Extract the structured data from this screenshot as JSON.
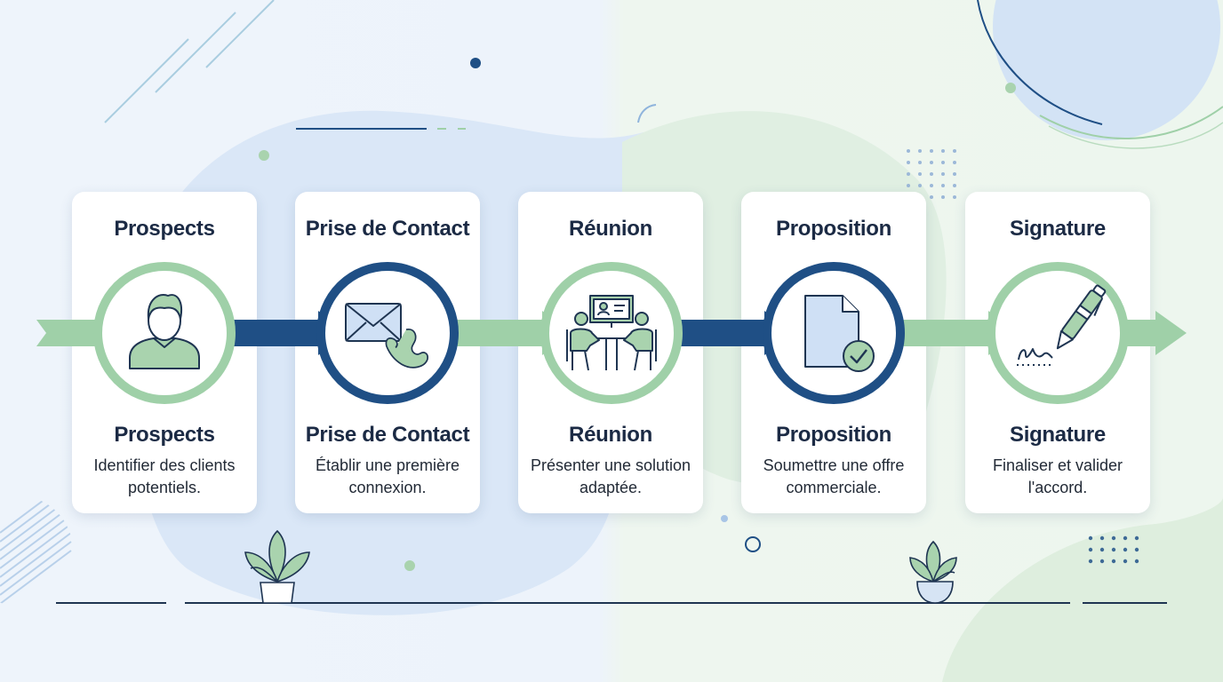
{
  "colors": {
    "navy": "#1f4f85",
    "green": "#9fd0a8",
    "icon_fill_green": "#a9d3ae",
    "icon_stroke": "#1f3552",
    "card_bg": "#ffffff",
    "text": "#1b2a44"
  },
  "steps": [
    {
      "title": "Prospects",
      "label": "Prospects",
      "description": "Identifier des clients potentiels.",
      "icon": "person-icon",
      "ring": "green"
    },
    {
      "title": "Prise de Contact",
      "label": "Prise de Contact",
      "description": "Établir une première connexion.",
      "icon": "envelope-phone-icon",
      "ring": "navy"
    },
    {
      "title": "Réunion",
      "label": "Réunion",
      "description": "Présenter une solution adaptée.",
      "icon": "meeting-icon",
      "ring": "green"
    },
    {
      "title": "Proposition",
      "label": "Proposition",
      "description": "Soumettre une offre commerciale.",
      "icon": "document-check-icon",
      "ring": "navy"
    },
    {
      "title": "Signature",
      "label": "Signature",
      "description": "Finaliser et valider l'accord.",
      "icon": "pen-signature-icon",
      "ring": "green"
    }
  ]
}
